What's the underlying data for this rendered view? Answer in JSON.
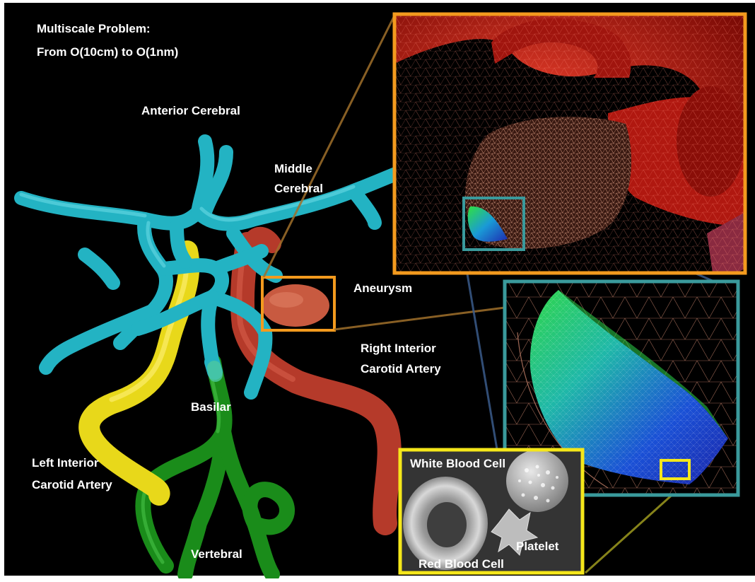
{
  "title": {
    "line1": "Multiscale Problem:",
    "line2": "From O(10cm) to O(1nm)"
  },
  "labels": {
    "anterior_cerebral": "Anterior Cerebral",
    "middle_cerebral_1": "Middle",
    "middle_cerebral_2": "Cerebral",
    "aneurysm": "Aneurysm",
    "right_ica_1": "Right Interior",
    "right_ica_2": "Carotid Artery",
    "basilar": "Basilar",
    "left_ica_1": "Left Interior",
    "left_ica_2": "Carotid Artery",
    "vertebral": "Vertebral"
  },
  "cells": {
    "white": "White Blood Cell",
    "platelet": "Platelet",
    "red": "Red Blood Cell"
  },
  "colors": {
    "background": "#000000",
    "frame_orange": "#f39a1e",
    "frame_teal": "#3a9a9c",
    "frame_yellow": "#f5e71a",
    "vessel_cyan": "#23b3c3",
    "vessel_yellow": "#e8d81a",
    "vessel_green": "#1a8c1a",
    "vessel_red": "#b53a2a",
    "aneurysm": "#c85a40",
    "mesh_red": "#c41d12"
  }
}
